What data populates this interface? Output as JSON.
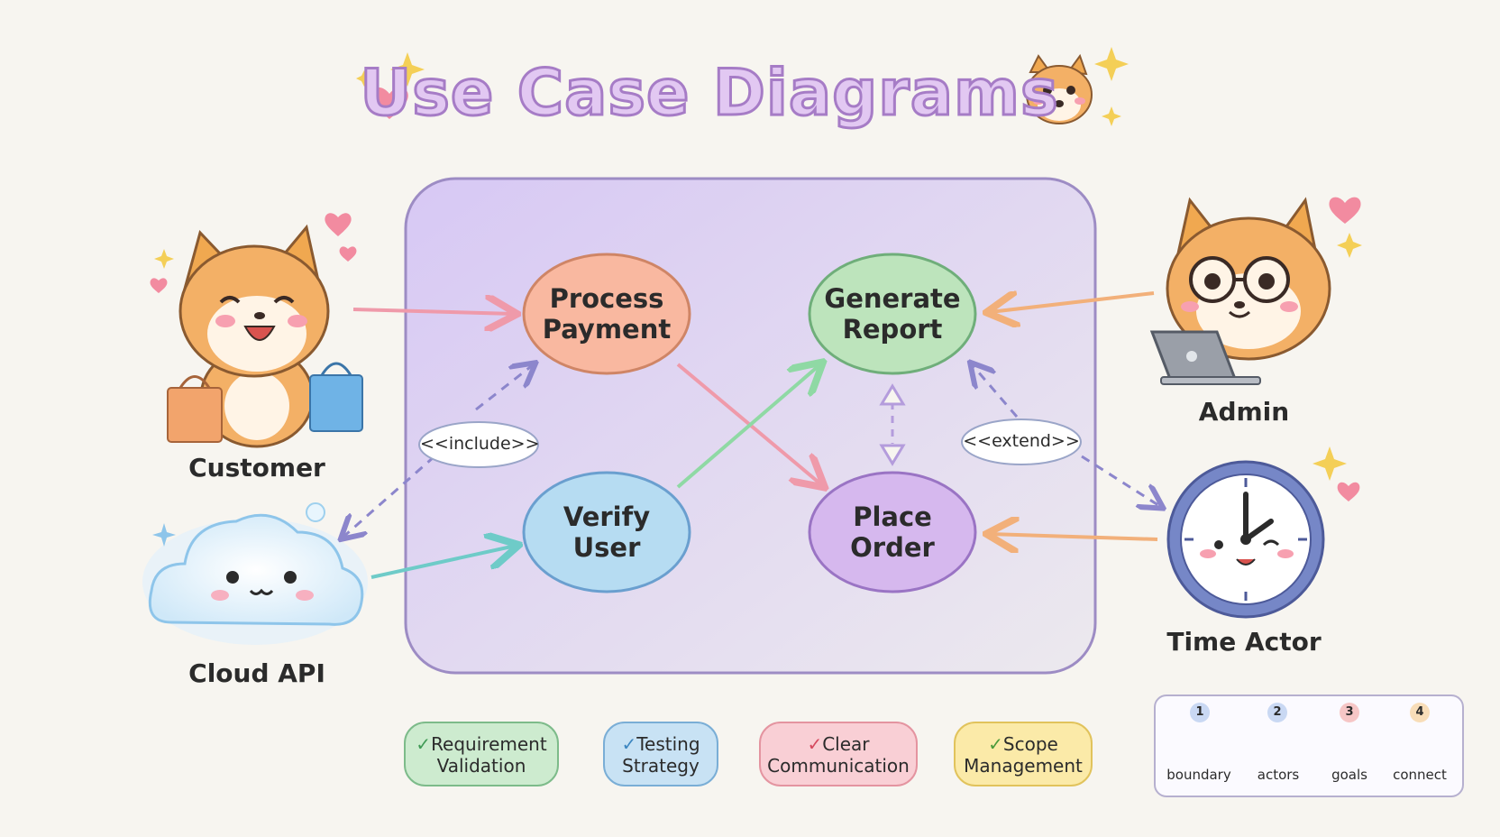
{
  "title": "Use Case Diagrams",
  "actors": {
    "customer": "Customer",
    "cloud_api": "Cloud API",
    "admin": "Admin",
    "time_actor": "Time Actor"
  },
  "use_cases": {
    "process_payment": [
      "Process",
      "Payment"
    ],
    "generate_report": [
      "Generate",
      "Report"
    ],
    "verify_user": [
      "Verify",
      "User"
    ],
    "place_order": [
      "Place",
      "Order"
    ]
  },
  "relations": {
    "include": "<<include>>",
    "extend": "<<extend>>"
  },
  "benefits": [
    {
      "check": "✓",
      "line1": "Requirement",
      "line2": "Validation"
    },
    {
      "check": "✓",
      "line1": "Testing",
      "line2": "Strategy"
    },
    {
      "check": "✓",
      "line1": "Clear",
      "line2": "Communication"
    },
    {
      "check": "✓",
      "line1": "Scope",
      "line2": "Management"
    }
  ],
  "legend": {
    "steps": [
      {
        "num": "1",
        "label": "boundary"
      },
      {
        "num": "2",
        "label": "actors"
      },
      {
        "num": "3",
        "label": "goals"
      },
      {
        "num": "4",
        "label": "connect"
      }
    ]
  },
  "colors": {
    "process_payment": "#f8b8a0",
    "generate_report": "#b8e2b8",
    "verify_user": "#b6dcf2",
    "place_order": "#d4b6ec",
    "boundary": "#d9cdf0"
  }
}
